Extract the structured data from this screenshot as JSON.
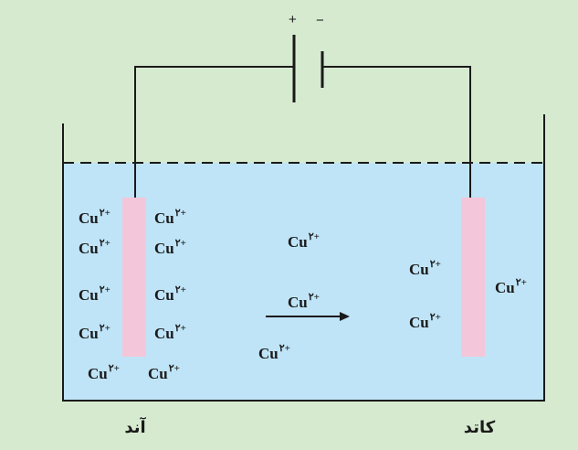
{
  "battery": {
    "plus": "+",
    "minus": "−"
  },
  "electrodes": {
    "anode_label": "آند",
    "cathode_label": "کاتد"
  },
  "ion": {
    "base": "Cu",
    "charge": "۲+"
  },
  "ions": [
    {
      "group": "anode-left"
    },
    {
      "group": "anode-left"
    },
    {
      "group": "anode-left"
    },
    {
      "group": "anode-left"
    },
    {
      "group": "anode-right"
    },
    {
      "group": "anode-right"
    },
    {
      "group": "anode-right"
    },
    {
      "group": "anode-right"
    },
    {
      "group": "anode-bottom"
    },
    {
      "group": "anode-bottom"
    },
    {
      "group": "solution"
    },
    {
      "group": "solution-moving"
    },
    {
      "group": "solution"
    },
    {
      "group": "cathode-left"
    },
    {
      "group": "cathode-left"
    },
    {
      "group": "cathode-right"
    }
  ],
  "colors": {
    "background": "#d6ead0",
    "solution": "#bfe4f7",
    "electrode": "#f4c6da",
    "wire": "#1a1a1a"
  },
  "arrow": {
    "direction": "anode-to-cathode"
  }
}
